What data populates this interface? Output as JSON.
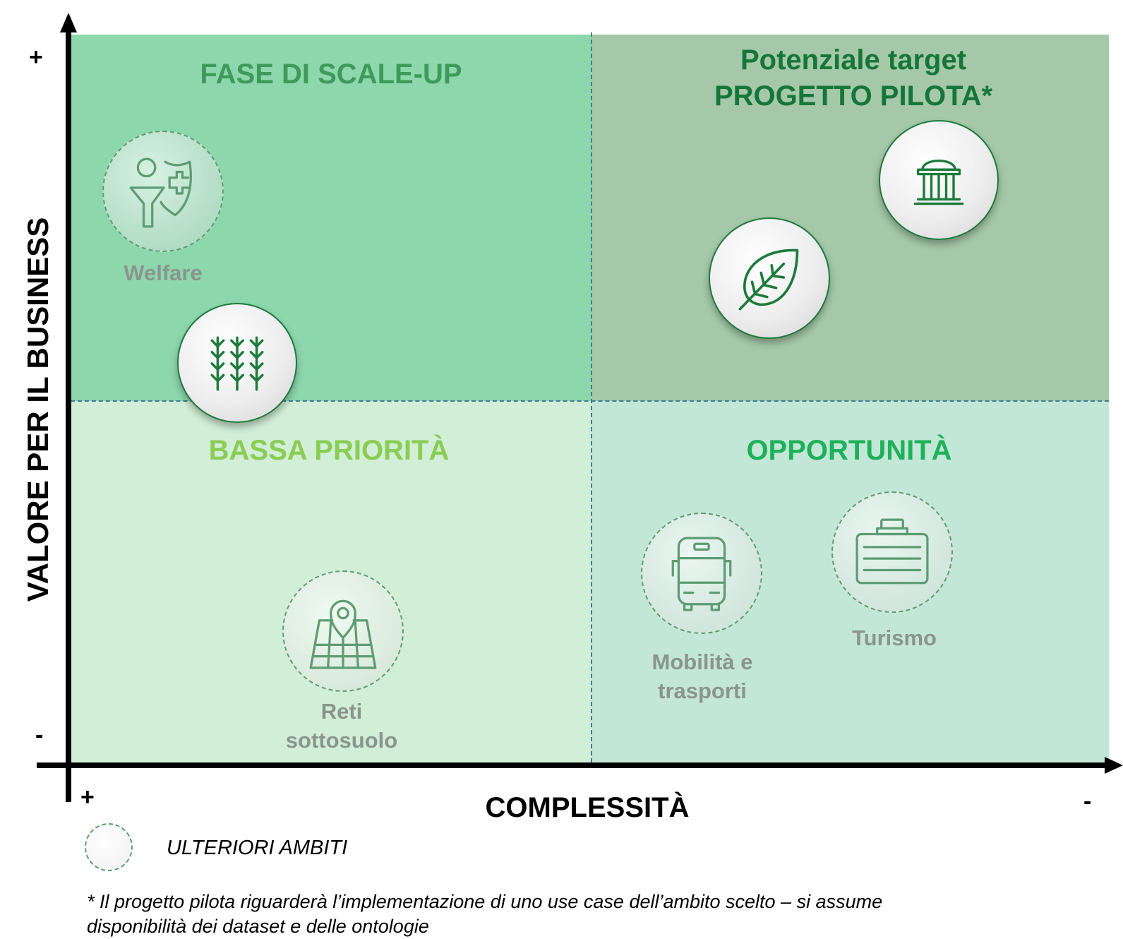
{
  "quadrants": {
    "top_left": {
      "title": "FASE DI SCALE-UP",
      "color": "#8dd7ad",
      "title_color": "#3e9a5a"
    },
    "top_right": {
      "title_line1": "Potenziale target",
      "title_line2": "PROGETTO PILOTA*",
      "color": "#a4c8a8",
      "title_color": "#16763a"
    },
    "bottom_left": {
      "title": "BASSA PRIORITÀ",
      "color": "#d1eed6",
      "title_color": "#8acd55"
    },
    "bottom_right": {
      "title": "OPPORTUNITÀ",
      "color": "#c3e7d6",
      "title_color": "#1fb15a"
    }
  },
  "axes": {
    "y_label": "VALORE PER IL BUSINESS",
    "x_label": "COMPLESSITÀ",
    "y_top_sign": "+",
    "y_bottom_sign": "-",
    "x_left_sign": "+",
    "x_right_sign": "-"
  },
  "items": {
    "welfare": {
      "label": "Welfare",
      "icon": "welfare-shield-icon",
      "style": "dashed"
    },
    "agriculture": {
      "icon": "wheat-icon",
      "style": "solid"
    },
    "public_admin": {
      "icon": "government-building-icon",
      "style": "solid"
    },
    "environment": {
      "icon": "leaf-icon",
      "style": "solid"
    },
    "networks": {
      "label_line1": "Reti",
      "label_line2": "sottosuolo",
      "icon": "map-pin-icon",
      "style": "dashed"
    },
    "mobility": {
      "label_line1": "Mobilità e",
      "label_line2": "trasporti",
      "icon": "bus-icon",
      "style": "dashed"
    },
    "tourism": {
      "label": "Turismo",
      "icon": "suitcase-icon",
      "style": "dashed"
    }
  },
  "legend": {
    "text": "ULTERIORI AMBITI",
    "icon": "dashed-circle-icon"
  },
  "footnote": {
    "line1": "* Il progetto pilota riguarderà l’implementazione di uno use case dell’ambito scelto – si assume",
    "line2": "disponibilità dei dataset e delle ontologie"
  },
  "colors": {
    "solid_icon": "#1d7a3b",
    "dashed_icon": "#5e9c74",
    "label_gray": "#8a958e",
    "quadrant_divider": "#3f7e95"
  }
}
